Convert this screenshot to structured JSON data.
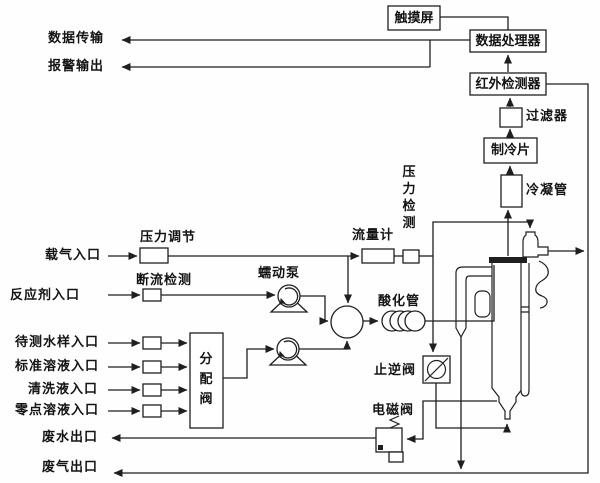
{
  "diagram": {
    "labels": {
      "data_transfer": "数据传输",
      "alarm_output": "报警输出",
      "touch_screen": "触摸屏",
      "data_processor": "数据处理器",
      "ir_detector": "红外检测器",
      "filter": "过滤器",
      "cooling_chip": "制冷片",
      "condenser_tube": "冷凝管",
      "pressure_regulation": "压力调节",
      "carrier_gas_inlet": "载气入口",
      "flow_cut_detection": "断流检测",
      "reagent_inlet": "反应剂入口",
      "flow_meter": "流量计",
      "pressure_detection": "压力检测",
      "peristaltic_pump": "蠕动泵",
      "acidification_tube": "酸化管",
      "sample_water_inlet": "待测水样入口",
      "standard_solution_inlet": "标准溶液入口",
      "cleaning_solution_inlet": "清洗液入口",
      "zero_solution_inlet": "零点溶液入口",
      "distribution_valve": "分配阀",
      "check_valve": "止逆阀",
      "solenoid_valve": "电磁阀",
      "waste_water_outlet": "废水出口",
      "waste_gas_outlet": "废气出口"
    },
    "colors": {
      "line": "#1f1f1f",
      "background": "#ffffff"
    }
  }
}
